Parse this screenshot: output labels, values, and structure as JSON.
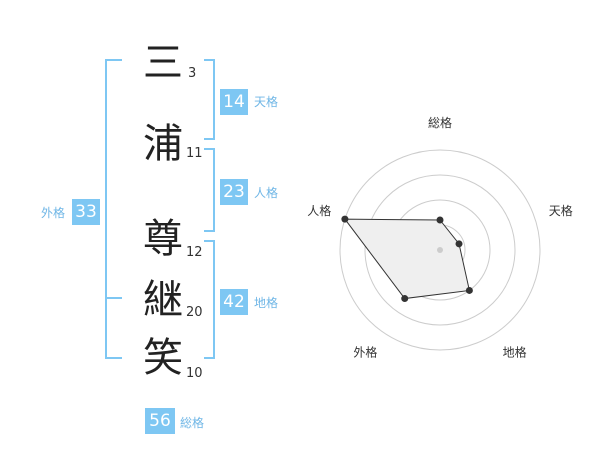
{
  "name": {
    "chars": [
      {
        "char": "三",
        "strokes": "3"
      },
      {
        "char": "浦",
        "strokes": "11"
      },
      {
        "char": "尊",
        "strokes": "12"
      },
      {
        "char": "継",
        "strokes": "20"
      },
      {
        "char": "笑",
        "strokes": "10"
      }
    ]
  },
  "fortunes": {
    "tenkaku": {
      "label": "天格",
      "value": "14"
    },
    "jinkaku": {
      "label": "人格",
      "value": "23"
    },
    "chikaku": {
      "label": "地格",
      "value": "42"
    },
    "gaikaku": {
      "label": "外格",
      "value": "33"
    },
    "soukaku": {
      "label": "総格",
      "value": "56"
    }
  },
  "colors": {
    "accent": "#7ec7f3",
    "accent_text": "#6fb6e6",
    "radar_fill": "#efefef",
    "radar_ring": "#cccccc"
  },
  "chart_data": {
    "type": "radar",
    "axes": [
      "総格",
      "天格",
      "地格",
      "外格",
      "人格"
    ],
    "values": [
      0.3,
      0.2,
      0.5,
      0.6,
      1.0
    ],
    "rings": 4,
    "grid": true
  }
}
